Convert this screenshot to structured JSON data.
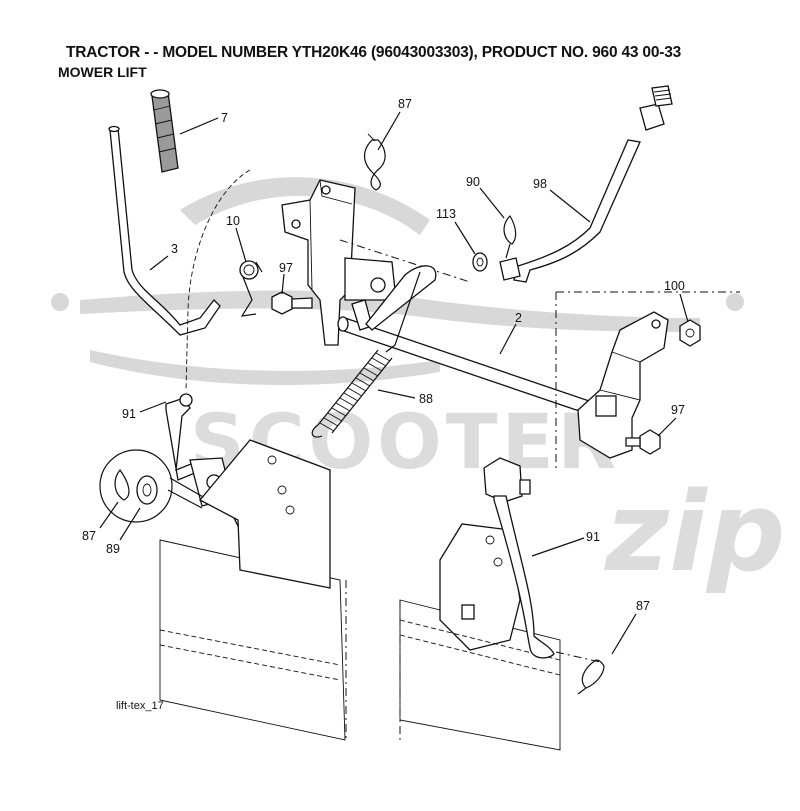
{
  "header": {
    "title": "TRACTOR - - MODEL NUMBER YTH20K46 (96043003303), PRODUCT NO. 960 43 00-33",
    "subtitle": "MOWER LIFT"
  },
  "watermark": {
    "word": "SCOOTER",
    "script": "zip"
  },
  "callouts": {
    "c7": "7",
    "c87_top": "87",
    "c10": "10",
    "c97_left": "97",
    "c3": "3",
    "c90": "90",
    "c98": "98",
    "c113": "113",
    "c100": "100",
    "c2": "2",
    "c88": "88",
    "c91_left": "91",
    "c97_right": "97",
    "c87_inset": "87",
    "c89": "89",
    "c91_right": "91",
    "c87_bottom": "87"
  },
  "figure_id": "lift-tex_17"
}
